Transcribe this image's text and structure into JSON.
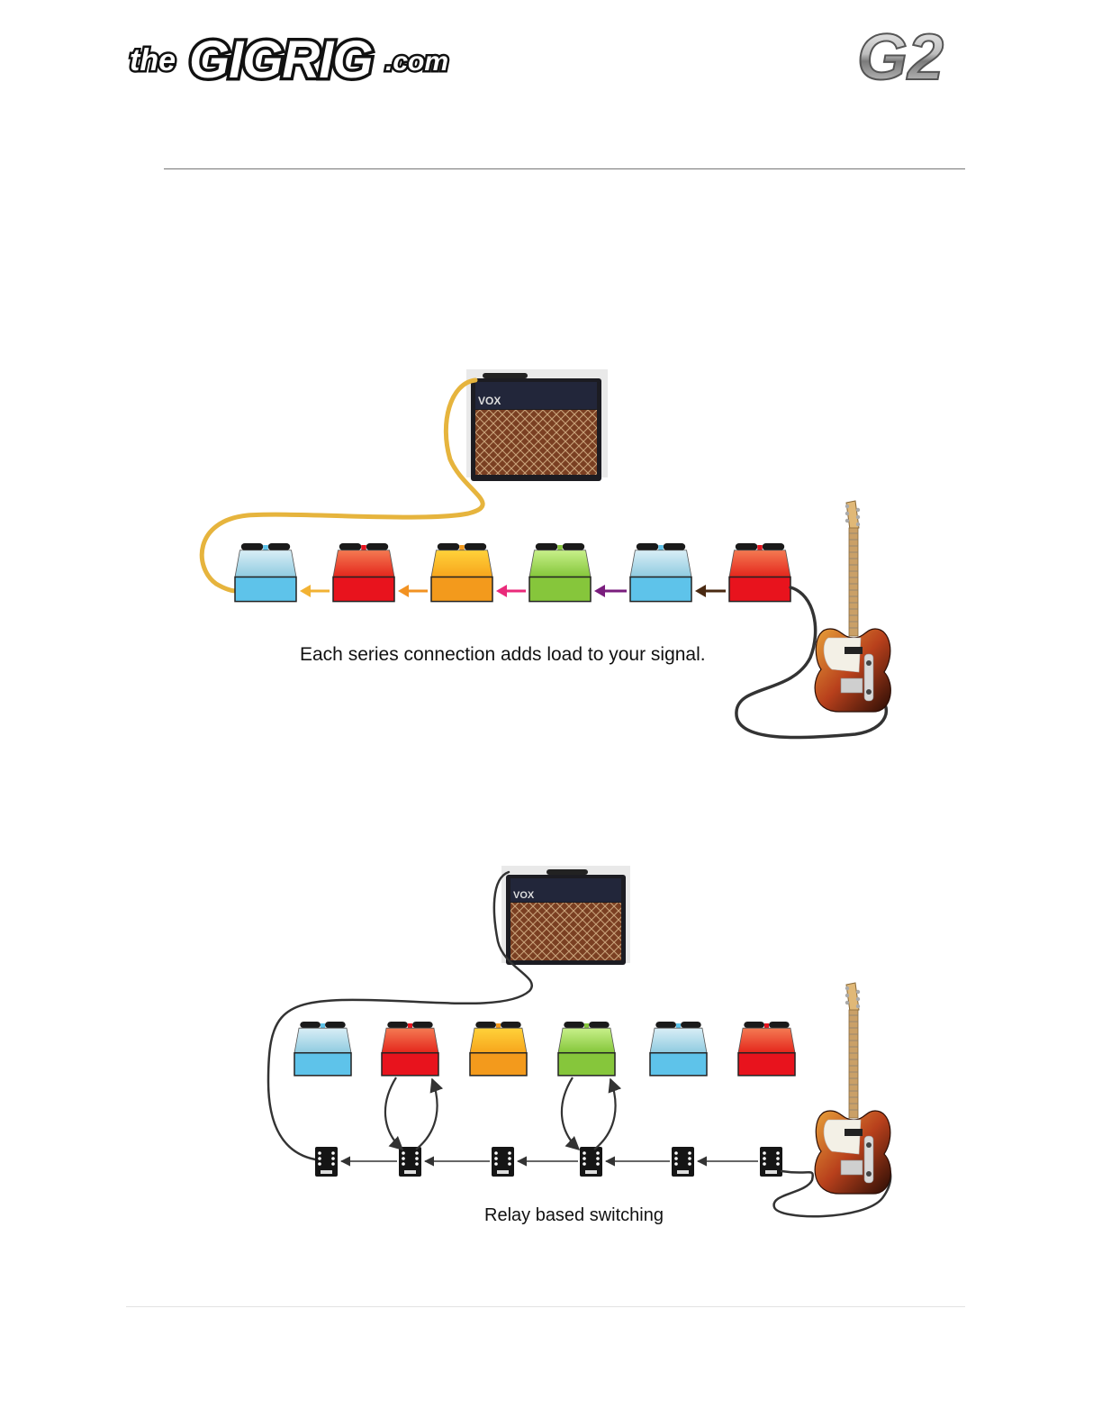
{
  "header": {
    "logo": {
      "the": "the",
      "gigrig": "GIGRIG",
      "dotcom": ".com"
    },
    "badge": "G2"
  },
  "colors": {
    "pedal_blue": "#5ec3ea",
    "pedal_red": "#e8131d",
    "pedal_orange": "#f39a1c",
    "pedal_green": "#86c63b",
    "cable_series": "#e6b43d",
    "cable_relay": "#333333",
    "arrow_colors": [
      "#f2b233",
      "#f29222",
      "#ea2a7a",
      "#7a1d7d",
      "#4a2a12"
    ]
  },
  "diagrams": {
    "series": {
      "pedal_colors": [
        "blue",
        "red",
        "orange",
        "green",
        "blue",
        "red"
      ],
      "amp_brand": "VOX",
      "caption": "Each series connection adds load to your signal."
    },
    "relay": {
      "pedal_colors": [
        "blue",
        "red",
        "orange",
        "green",
        "blue",
        "red"
      ],
      "amp_brand": "VOX",
      "relay_count": 6,
      "caption": "Relay based switching"
    }
  }
}
